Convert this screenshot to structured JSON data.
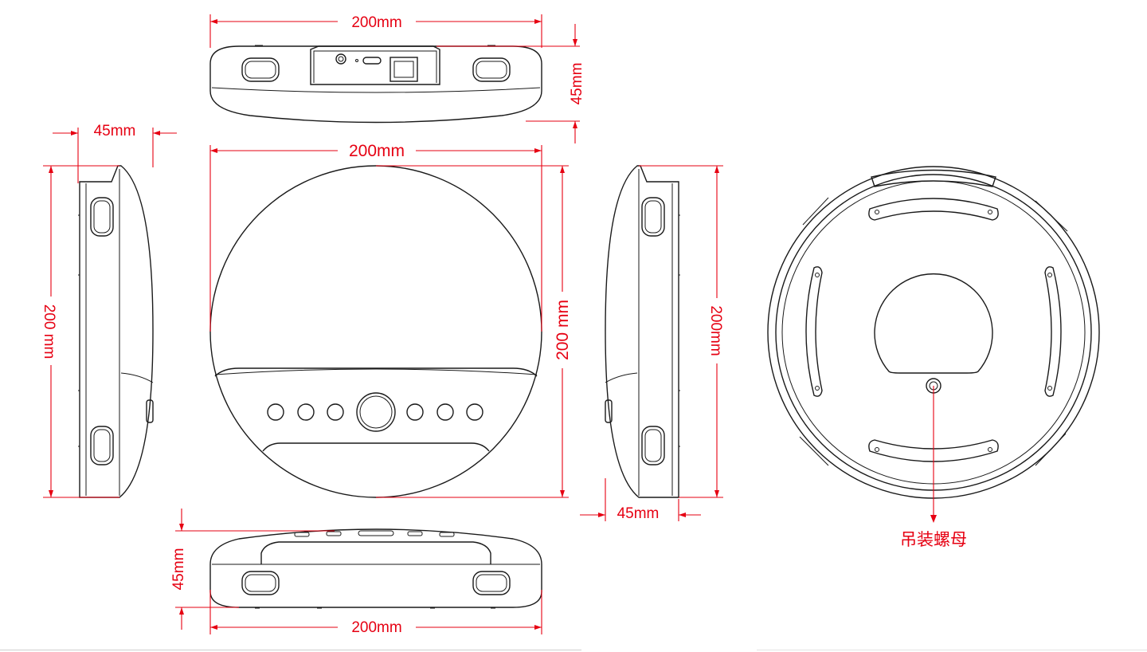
{
  "dimensions": {
    "top_width": "200mm",
    "top_height": "45mm",
    "left_depth": "45mm",
    "left_height": "200 mm",
    "front_width": "200mm",
    "front_height": "200 mm",
    "right_height": "200mm",
    "right_depth": "45mm",
    "bottom_height": "45mm",
    "bottom_width": "200mm"
  },
  "labels": {
    "mount_nut": "吊装螺母"
  },
  "colors": {
    "dimension": "#e60012",
    "outline": "#1a1a1a"
  }
}
